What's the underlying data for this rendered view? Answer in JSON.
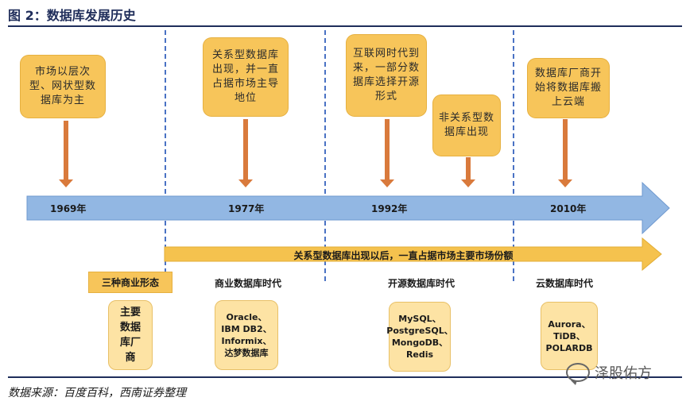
{
  "title": "图 2：数据库发展历史",
  "source": "数据来源：百度百科，西南证券整理",
  "watermark": "泽股佑方",
  "colors": {
    "timeline_blue": "#92b7e3",
    "box_yellow": "#f7c55a",
    "light_yellow": "#fde3a4",
    "arrow_orange": "#d97a3c",
    "dash_blue": "#4a72c4"
  },
  "timeline": {
    "years": [
      "1969年",
      "1977年",
      "1992年",
      "2010年"
    ],
    "banner": "关系型数据库出现以后，一直占据市场主要市场份额"
  },
  "events": [
    "市场以层次型、网状型数据库为主",
    "关系型数据库出现，并一直占据市场主导地位",
    "互联网时代到来，一部分数据库选择开源形式",
    "非关系型数据库出现",
    "数据库厂商开始将数据库搬上云端"
  ],
  "eras": {
    "tag": "三种商业形态",
    "items": [
      {
        "label": "",
        "content": "主要数据库厂商"
      },
      {
        "label": "商业数据库时代",
        "content": "Oracle、IBM DB2、Informix、达梦数据库"
      },
      {
        "label": "开源数据库时代",
        "content": "MySQL、PostgreSQL、MongoDB、Redis"
      },
      {
        "label": "云数据库时代",
        "content": "Aurora、TiDB、POLARDB"
      }
    ]
  }
}
